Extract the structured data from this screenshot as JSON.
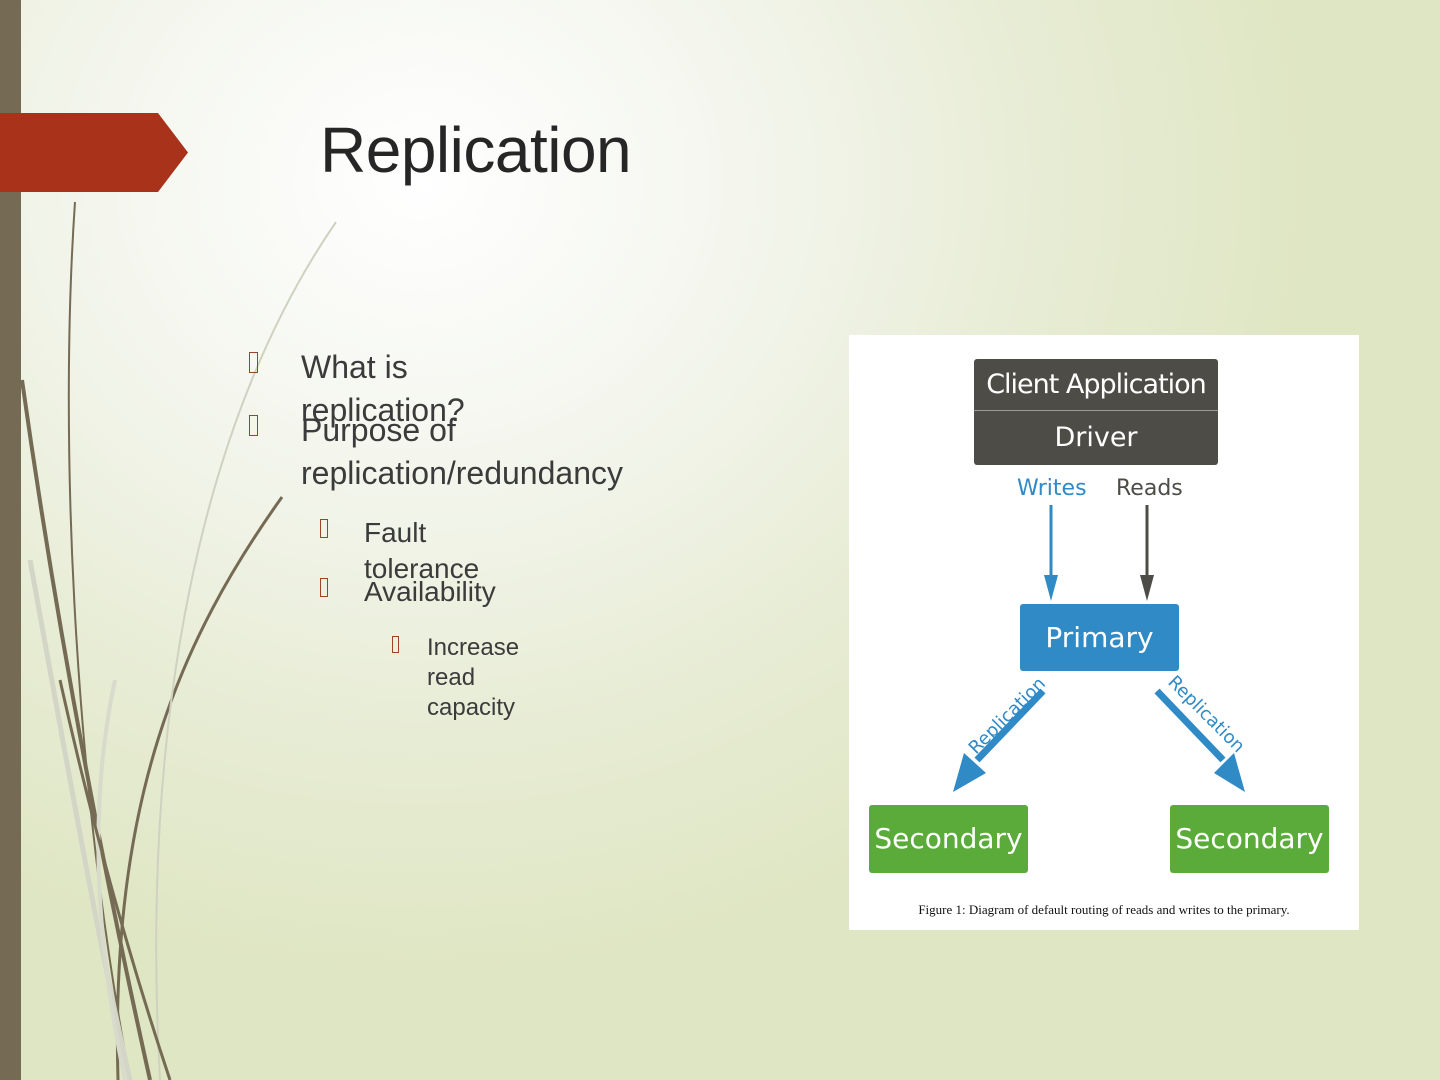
{
  "slide": {
    "title": "Replication",
    "accent_color": "#a8321a",
    "bar_color": "#756b54",
    "bullets": [
      {
        "level": 1,
        "text": "What is  replication?"
      },
      {
        "level": 1,
        "text": "Purpose of replication/redundancy"
      },
      {
        "level": 2,
        "text": "Fault tolerance"
      },
      {
        "level": 2,
        "text": "Availability"
      },
      {
        "level": 3,
        "text": "Increase read capacity"
      }
    ]
  },
  "figure": {
    "client_label": "Client Application",
    "driver_label": "Driver",
    "writes_label": "Writes",
    "reads_label": "Reads",
    "primary_label": "Primary",
    "replication_left_label": "Replication",
    "replication_right_label": "Replication",
    "secondary_left_label": "Secondary",
    "secondary_right_label": "Secondary",
    "caption": "Figure 1: Diagram of default routing of reads and writes to the primary.",
    "colors": {
      "client": "#4d4c47",
      "primary": "#2f8ac6",
      "secondary": "#5aab3a"
    }
  }
}
